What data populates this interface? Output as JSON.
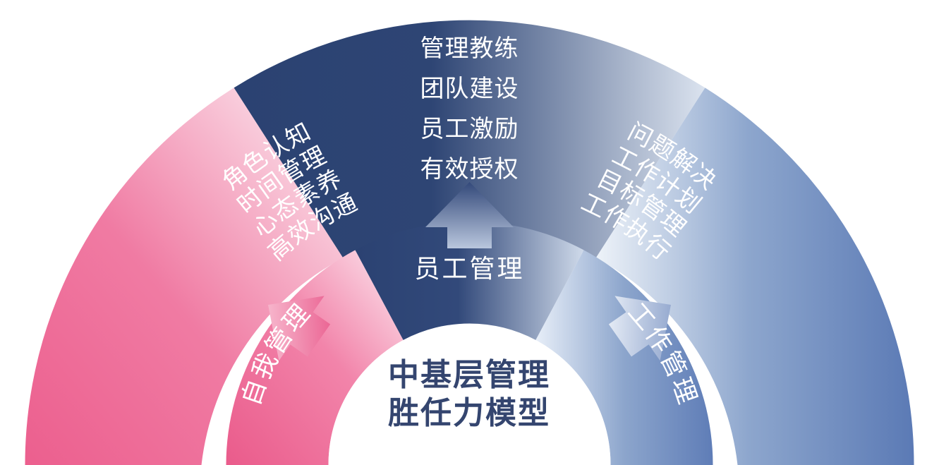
{
  "title_lines": [
    "中基层管理",
    "胜任力模型"
  ],
  "colors": {
    "navy": "#2b4272",
    "navy_light": "#8a9fc4",
    "blue": "#5b7ab5",
    "blue_light": "#e5ecf6",
    "pink": "#ec5f8e",
    "pink_light": "#fdeef3",
    "title": "#34456f",
    "background": "#ffffff",
    "label_text": "#ffffff"
  },
  "rings": {
    "outer": {
      "segments": [
        {
          "id": "self-management-outer",
          "color_key": "pink",
          "items": [
            "角色认知",
            "时间管理",
            "心态素养",
            "高效沟通"
          ]
        },
        {
          "id": "people-management-outer",
          "color_key": "navy",
          "items": [
            "管理教练",
            "团队建设",
            "员工激励",
            "有效授权"
          ]
        },
        {
          "id": "work-management-outer",
          "color_key": "blue",
          "items": [
            "问题解决",
            "工作计划",
            "目标管理",
            "工作执行"
          ]
        }
      ]
    },
    "inner": {
      "segments": [
        {
          "id": "self-management-inner",
          "color_key": "pink",
          "label": "自我管理"
        },
        {
          "id": "people-management-inner",
          "color_key": "navy",
          "label": "员工管理"
        },
        {
          "id": "work-management-inner",
          "color_key": "blue",
          "label": "工作管理"
        }
      ]
    }
  },
  "arrows": [
    {
      "id": "arrow-self-management",
      "direction": "up-left",
      "color_key": "pink"
    },
    {
      "id": "arrow-people-management",
      "direction": "up",
      "color_key": "navy"
    },
    {
      "id": "arrow-work-management",
      "direction": "up-right",
      "color_key": "blue"
    }
  ]
}
